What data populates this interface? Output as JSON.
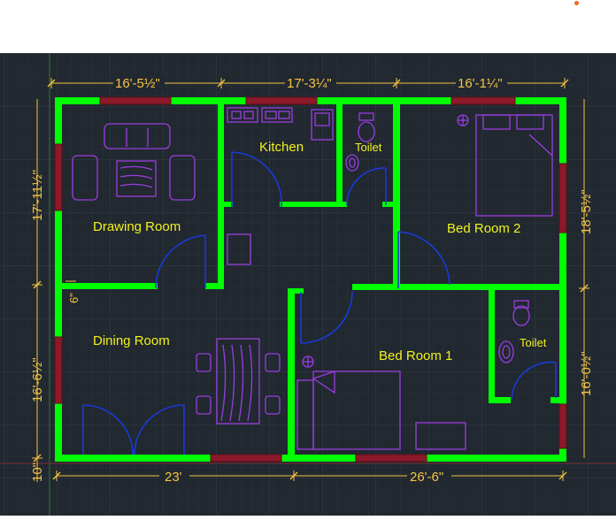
{
  "colors": {
    "background": "#212830",
    "grid": "#2b333d",
    "walls": "#00ff00",
    "windows": "#8b1a2b",
    "furniture": "#9a3de0",
    "doors": "#1030c0",
    "dimensions": "#f5c542",
    "labels": "#f2f21c"
  },
  "rooms": {
    "drawing_room": "Drawing Room",
    "kitchen": "Kitchen",
    "toilet_top": "Toilet",
    "bed_room_2": "Bed Room 2",
    "dining_room": "Dining Room",
    "bed_room_1": "Bed Room 1",
    "toilet_right": "Toilet"
  },
  "dimensions": {
    "top_left": "16'-5½\"",
    "top_mid": "17'-3¼\"",
    "top_right": "16'-1¼\"",
    "left_upper": "17'-11½\"",
    "left_lower": "16'-6½\"",
    "left_bottom": "10\"",
    "right_upper": "18'-5½\"",
    "right_lower": "16'-0½\"",
    "bottom_left": "23'",
    "bottom_right": "26'-6\"",
    "offset": "6\""
  }
}
